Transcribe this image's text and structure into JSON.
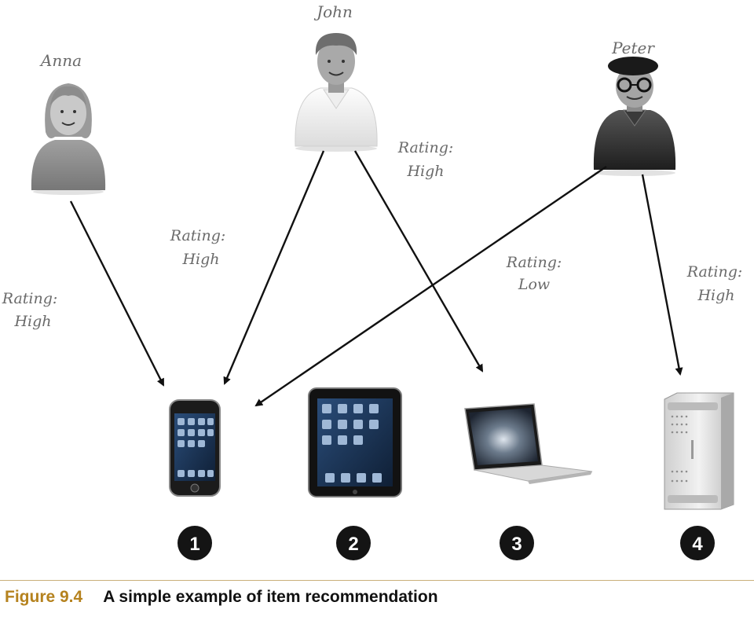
{
  "users": [
    {
      "id": "anna",
      "name": "Anna"
    },
    {
      "id": "john",
      "name": "John"
    },
    {
      "id": "peter",
      "name": "Peter"
    }
  ],
  "items": [
    {
      "id": "iphone",
      "number": "1"
    },
    {
      "id": "ipad",
      "number": "2"
    },
    {
      "id": "macbook",
      "number": "3"
    },
    {
      "id": "mac-pro",
      "number": "4"
    }
  ],
  "ratings": [
    {
      "from": "Anna",
      "to": "1",
      "label": "Rating:",
      "value": "High"
    },
    {
      "from": "John",
      "to": "1",
      "label": "Rating:",
      "value": "High"
    },
    {
      "from": "John",
      "to": "3",
      "label": "Rating:",
      "value": "High"
    },
    {
      "from": "Peter",
      "to": "1",
      "label": "Rating:",
      "value": "Low"
    },
    {
      "from": "Peter",
      "to": "4",
      "label": "Rating:",
      "value": "High"
    }
  ],
  "caption": {
    "figure_label": "Figure 9.4",
    "title": "A simple example of item recommendation",
    "label_color": "#b5821e"
  }
}
